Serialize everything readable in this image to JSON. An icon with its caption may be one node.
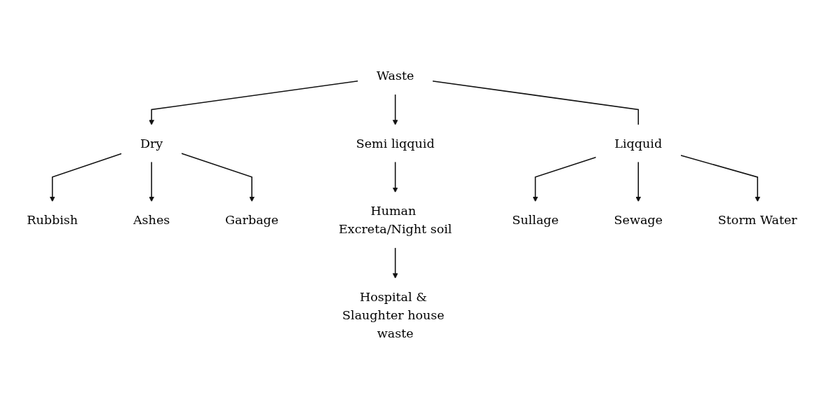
{
  "diagram": {
    "nodes": [
      {
        "text": [
          "Waste"
        ]
      },
      {
        "text": [
          "Dry"
        ]
      },
      {
        "text": [
          "Semi liqquid"
        ]
      },
      {
        "text": [
          "Liqquid"
        ]
      },
      {
        "text": [
          "Rubbish"
        ]
      },
      {
        "text": [
          "Ashes"
        ]
      },
      {
        "text": [
          "Garbage"
        ]
      },
      {
        "text": [
          "Human Excreta/Night soil"
        ]
      },
      {
        "text": [
          "Hospital & Slaughter house waste"
        ]
      },
      {
        "text": [
          "Sullage"
        ]
      },
      {
        "text": [
          "Sewage"
        ]
      },
      {
        "text": [
          "Storm Water"
        ]
      }
    ],
    "edges": [
      {
        "from": 0,
        "to": 1,
        "arrow": "to"
      },
      {
        "from": 0,
        "to": 2,
        "arrow": "to"
      },
      {
        "from": 0,
        "to": 3,
        "arrow": "none"
      },
      {
        "from": 1,
        "to": 4,
        "arrow": "to"
      },
      {
        "from": 1,
        "to": 5,
        "arrow": "to"
      },
      {
        "from": 1,
        "to": 6,
        "arrow": "to"
      },
      {
        "from": 2,
        "to": 7,
        "arrow": "to"
      },
      {
        "from": 7,
        "to": 8,
        "arrow": "to"
      },
      {
        "from": 3,
        "to": 9,
        "arrow": "to"
      },
      {
        "from": 3,
        "to": 10,
        "arrow": "to"
      },
      {
        "from": 3,
        "to": 11,
        "arrow": "to"
      }
    ]
  }
}
